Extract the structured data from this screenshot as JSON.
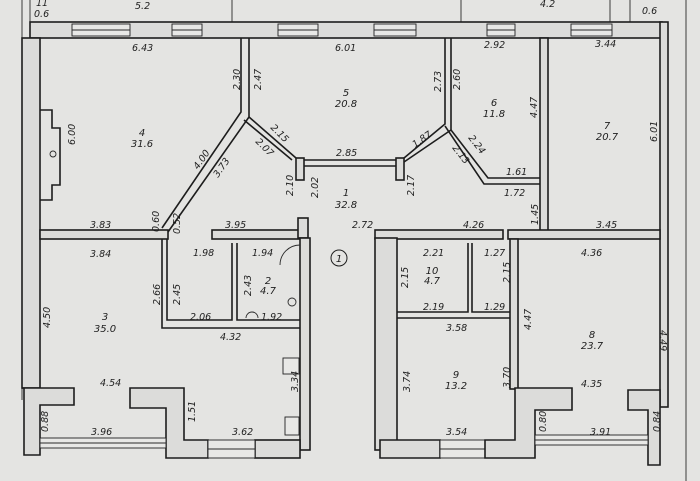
{
  "plan": {
    "rooms": [
      {
        "num": "1",
        "area": "32.8"
      },
      {
        "num": "2",
        "area": "4.7"
      },
      {
        "num": "3",
        "area": "35.0"
      },
      {
        "num": "4",
        "area": "31.6"
      },
      {
        "num": "5",
        "area": "20.8"
      },
      {
        "num": "6",
        "area": "11.8"
      },
      {
        "num": "7",
        "area": "20.7"
      },
      {
        "num": "8",
        "area": "23.7"
      },
      {
        "num": "9",
        "area": "13.2"
      },
      {
        "num": "10",
        "area": "4.7"
      }
    ],
    "entrance_marker": "1",
    "top_labels": {
      "left_small": "0.6",
      "left": "5.2",
      "right": "4.2",
      "right_small": "0.6",
      "left_fraction": "11"
    },
    "dims": {
      "d643": "6.43",
      "d601t": "6.01",
      "d292": "2.92",
      "d344": "3.44",
      "d230": "2.30",
      "d247": "2.47",
      "d273": "2.73",
      "d260": "2.60",
      "d600": "6.00",
      "d447t": "4.47",
      "d601r": "6.01",
      "d215a": "2.15",
      "d207": "2.07",
      "d400": "4.00",
      "d373": "3.73",
      "d285": "2.85",
      "d187": "1.87",
      "d224": "2.24",
      "d213": "2.13",
      "d161": "1.61",
      "d172": "1.72",
      "d210": "2.10",
      "d202": "2.02",
      "d217": "2.17",
      "d145": "1.45",
      "d060": "0.60",
      "d052": "0.52",
      "d383": "3.83",
      "d395": "3.95",
      "d272": "2.72",
      "d426": "4.26",
      "d345": "3.45",
      "d384": "3.84",
      "d198": "1.98",
      "d194": "1.94",
      "d221": "2.21",
      "d127": "1.27",
      "d436": "4.36",
      "d450": "4.50",
      "d266": "2.66",
      "d245": "2.45",
      "d243": "2.43",
      "d215b": "2.15",
      "d215c": "2.15",
      "d206": "2.06",
      "d192": "1.92",
      "d432": "4.32",
      "d219": "2.19",
      "d129": "1.29",
      "d358": "3.58",
      "d447b": "4.47",
      "d449": "4.49",
      "d454": "4.54",
      "d334": "3.34",
      "d151": "1.51",
      "d374": "3.74",
      "d370": "3.70",
      "d435": "4.35",
      "d088": "0.88",
      "d396": "3.96",
      "d362": "3.62",
      "d354": "3.54",
      "d080": "0.80",
      "d391": "3.91",
      "d084": "0.84"
    }
  }
}
